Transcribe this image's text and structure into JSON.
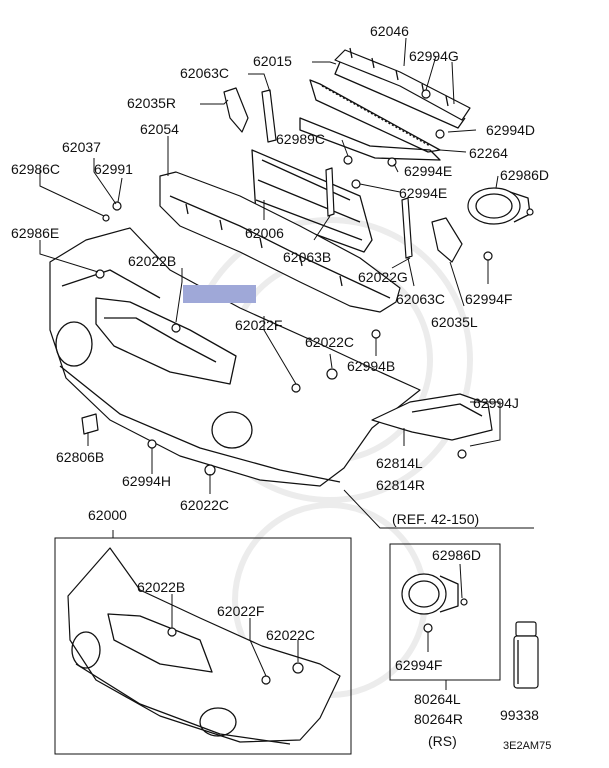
{
  "diagram_code": "3E2AM75",
  "reference": "(REF. 42-150)",
  "kit_label": "(RS)",
  "colors": {
    "line": "#111111",
    "background": "#ffffff",
    "highlight": "#9fa8d8",
    "watermark": "#ececec"
  },
  "labels": {
    "p62046": "62046",
    "p62994G": "62994G",
    "p62015": "62015",
    "p62063C_top": "62063C",
    "p62035R": "62035R",
    "p62054": "62054",
    "p62989C": "62989C",
    "p62994D": "62994D",
    "p62264": "62264",
    "p62037": "62037",
    "p62986C": "62986C",
    "p62991": "62991",
    "p62994E_1": "62994E",
    "p62994E_2": "62994E",
    "p62986D_top": "62986D",
    "p62986E": "62986E",
    "p62006": "62006",
    "p62063B": "62063B",
    "p62022B_top": "62022B",
    "p62022G": "62022G",
    "p62063C_mid": "62063C",
    "p62994F_top": "62994F",
    "p62035L": "62035L",
    "p62022F_top": "62022F",
    "p62022C_top": "62022C",
    "p62994B": "62994B",
    "p62994J": "62994J",
    "p62806B": "62806B",
    "p62814L": "62814L",
    "p62814R": "62814R",
    "p62994H": "62994H",
    "p62022C_mid": "62022C",
    "p62000": "62000",
    "p62022B_low": "62022B",
    "p62022F_low": "62022F",
    "p62022C_low": "62022C",
    "p62986D_low": "62986D",
    "p62994F_low": "62994F",
    "p80264L": "80264L",
    "p80264R": "80264R",
    "p99338": "99338"
  }
}
